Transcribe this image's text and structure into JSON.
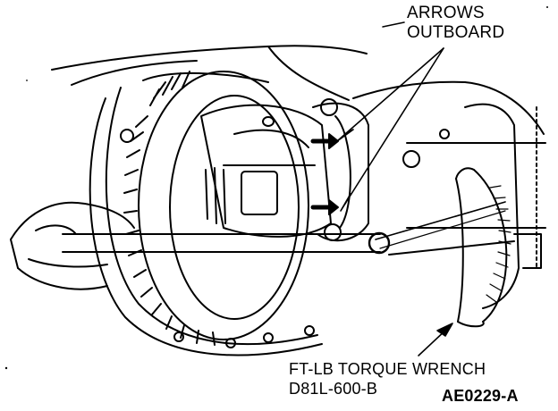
{
  "callouts": {
    "arrows_line1": "ARROWS",
    "arrows_line2": "OUTBOARD",
    "wrench_line1": "FT-LB TORQUE WRENCH",
    "wrench_line2": "D81L-600-B"
  },
  "figure_code": "AE0229-A",
  "ink_color": "#000000",
  "paper_color": "#ffffff"
}
